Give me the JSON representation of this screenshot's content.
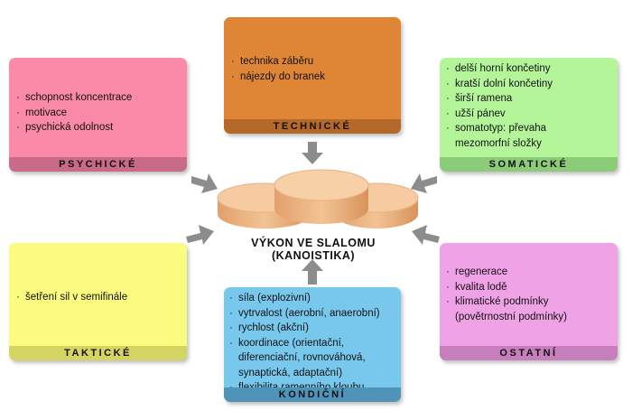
{
  "center": {
    "line1": "VÝKON VE SLALOMU",
    "line2": "(KANOISTIKA)"
  },
  "cards": {
    "psychicke": {
      "label": "PSYCHICKÉ",
      "color": "#fb8aa6",
      "items": [
        "schopnost koncentrace",
        "motivace",
        "psychická odolnost"
      ]
    },
    "technicke": {
      "label": "TECHNICKÉ",
      "color": "#df8536",
      "items": [
        "technika záběru",
        "nájezdy do branek"
      ]
    },
    "somaticke": {
      "label": "SOMATICKÉ",
      "color": "#b4f59a",
      "items": [
        "delší horní končetiny",
        "kratší dolní končetiny",
        "širší ramena",
        "užší pánev",
        "somatotyp: převaha",
        "mezomorfní složky"
      ]
    },
    "takticke": {
      "label": "TAKTICKÉ",
      "color": "#fbfb80",
      "items": [
        "šetření sil v  semifinále"
      ]
    },
    "kondicni": {
      "label": "KONDIČNÍ",
      "color": "#78c8ee",
      "items": [
        "síla (explozivní)",
        "vytrvalost (aerobní, anaerobní)",
        "rychlost (akční)",
        "koordinace (orientační,",
        "diferenciační, rovnováhová,",
        "synaptická, adaptační)",
        "flexibilita ramenního kloubu"
      ]
    },
    "ostatni": {
      "label": "OSTATNÍ",
      "color": "#f0a2e6",
      "items": [
        "regenerace",
        "kvalita lodě",
        "klimatické podmínky",
        "(povětrnostní podmínky)"
      ]
    }
  },
  "colors": {
    "arrow": "#8c8c8c",
    "disc_top": "#f6caa0",
    "disc_side": "#e4aa76"
  }
}
